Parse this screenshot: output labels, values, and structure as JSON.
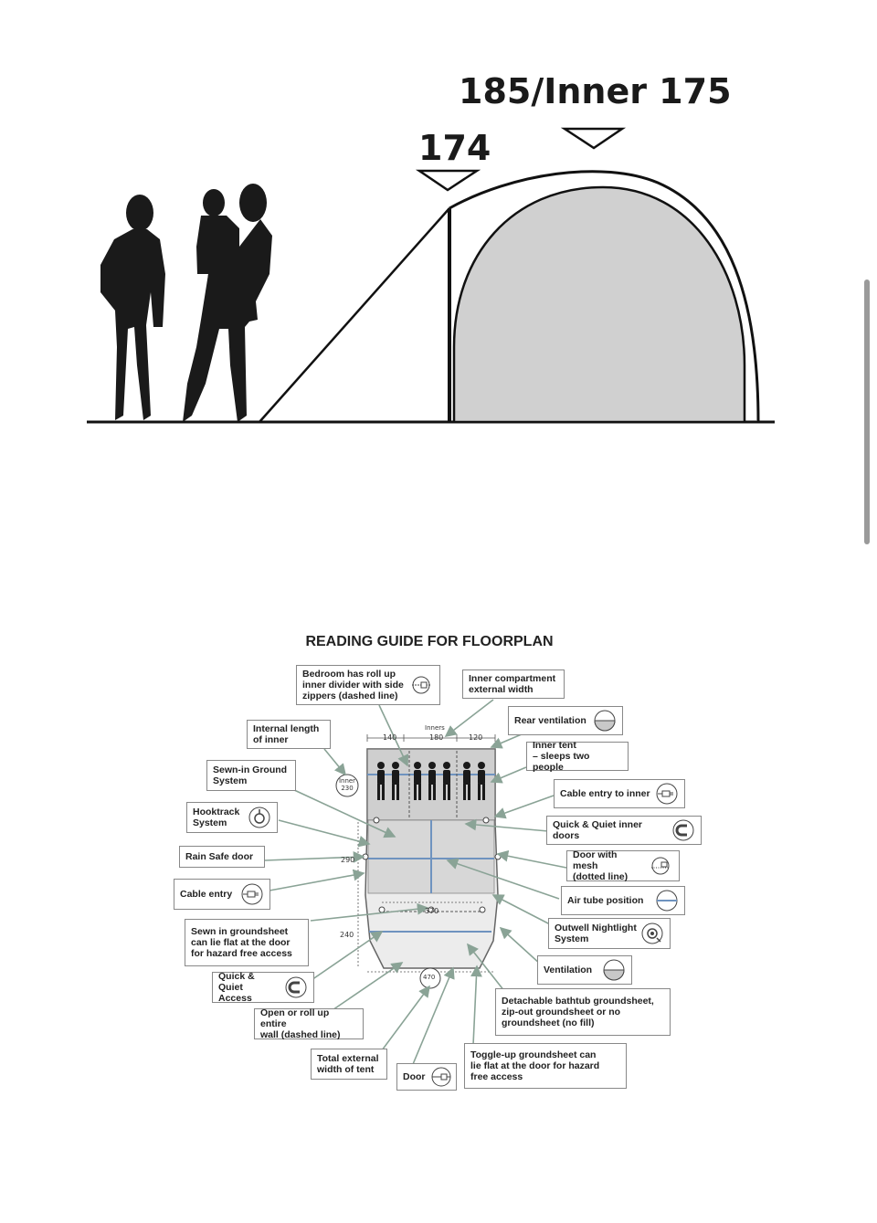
{
  "side_view": {
    "height_center": "185/Inner 175",
    "height_front": "174"
  },
  "floorplan": {
    "title": "READING GUIDE FOR FLOORPLAN",
    "dims": {
      "left_width": "140",
      "inners_label": "Inners",
      "center_width": "180",
      "right_width": "120",
      "inner_length": "Inner\n230",
      "length_front": "290",
      "width_370": "370",
      "length_porch": "240",
      "total_width": "470"
    },
    "labels": {
      "divider": "Bedroom has roll up\ninner divider with side\nzippers (dashed line)",
      "inner_width": "Inner compartment\nexternal width",
      "rear_vent": "Rear ventilation",
      "inner_length": "Internal length\nof inner",
      "inner_tent": "Inner tent\n– sleeps two people",
      "groundsheet": "Sewn-in Ground\nSystem",
      "cable_inner": "Cable entry to inner",
      "hooktrack": "Hooktrack\nSystem",
      "quiet_inner": "Quick & Quiet inner doors",
      "rainsafe": "Rain Safe door",
      "door_mesh": "Door with mesh\n(dotted line)",
      "cable_entry": "Cable entry",
      "air_tube": "Air tube position",
      "sewn_flat": "Sewn in groundsheet\ncan lie flat at the door\nfor hazard free access",
      "nightlight": "Outwell Nightlight\nSystem",
      "ventilation": "Ventilation",
      "quiet_access": "Quick & Quiet\nAccess",
      "bathtub": "Detachable bathtub groundsheet,\nzip-out groundsheet or no\ngroundsheet (no fill)",
      "roll_wall": "Open or roll up entire\nwall (dashed line)",
      "toggle": "Toggle-up groundsheet can\nlie flat at the door for hazard\nfree access",
      "total_width": "Total external\nwidth of tent",
      "door": "Door"
    }
  }
}
